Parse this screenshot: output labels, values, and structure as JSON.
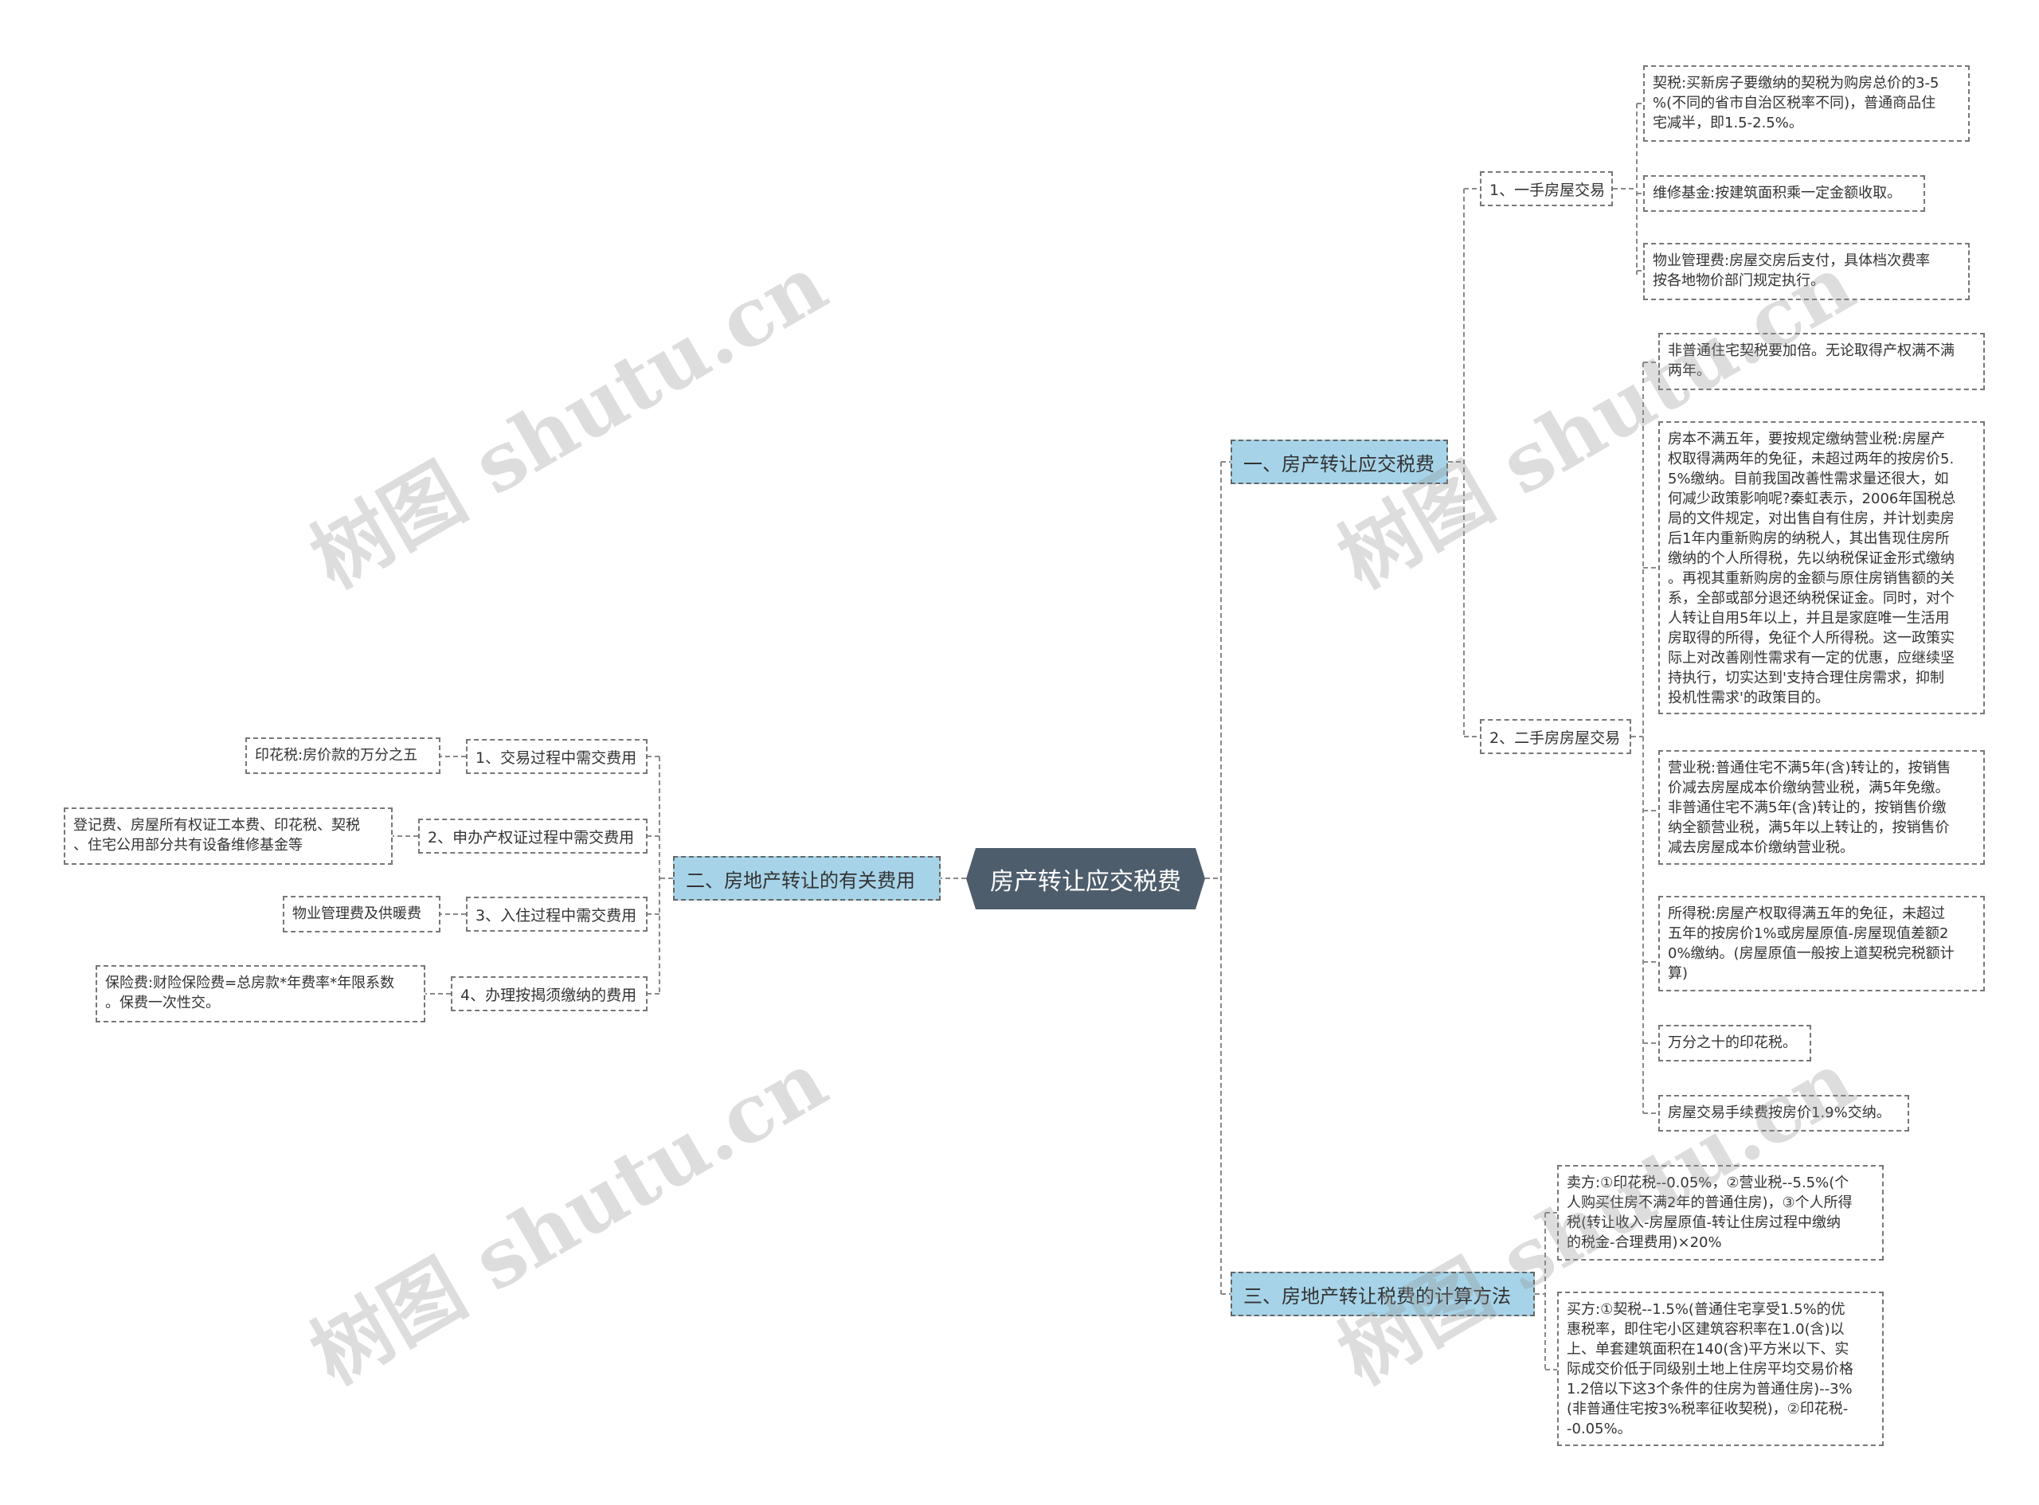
{
  "root": {
    "label": "房产转让应交税费"
  },
  "branches": {
    "b1": {
      "label": "一、房产转让应交税费",
      "subs": {
        "s1": {
          "label": "1、一手房屋交易",
          "leaves": [
            "契税:买新房子要缴纳的契税为购房总价的3-5\n%(不同的省市自治区税率不同)，普通商品住\n宅减半，即1.5-2.5%。",
            "维修基金:按建筑面积乘一定金额收取。",
            "物业管理费:房屋交房后支付，具体档次费率\n按各地物价部门规定执行。"
          ]
        },
        "s2": {
          "label": "2、二手房房屋交易",
          "leaves": [
            "非普通住宅契税要加倍。无论取得产权满不满\n两年。",
            "房本不满五年，要按规定缴纳营业税:房屋产\n权取得满两年的免征，未超过两年的按房价5.\n5%缴纳。目前我国改善性需求量还很大，如\n何减少政策影响呢?秦虹表示，2006年国税总\n局的文件规定，对出售自有住房，并计划卖房\n后1年内重新购房的纳税人，其出售现住房所\n缴纳的个人所得税，先以纳税保证金形式缴纳\n。再视其重新购房的金额与原住房销售额的关\n系，全部或部分退还纳税保证金。同时，对个\n人转让自用5年以上，并且是家庭唯一生活用\n房取得的所得，免征个人所得税。这一政策实\n际上对改善刚性需求有一定的优惠，应继续坚\n持执行，切实达到'支持合理住房需求，抑制\n投机性需求'的政策目的。",
            "营业税:普通住宅不满5年(含)转让的，按销售\n价减去房屋成本价缴纳营业税，满5年免缴。\n非普通住宅不满5年(含)转让的，按销售价缴\n纳全额营业税，满5年以上转让的，按销售价\n减去房屋成本价缴纳营业税。",
            "所得税:房屋产权取得满五年的免征，未超过\n五年的按房价1%或房屋原值-房屋现值差额2\n0%缴纳。(房屋原值一般按上道契税完税额计\n算)",
            "万分之十的印花税。",
            "房屋交易手续费按房价1.9%交纳。"
          ]
        }
      }
    },
    "b2": {
      "label": "二、房地产转让的有关费用",
      "subs": [
        {
          "label": "1、交易过程中需交费用",
          "leaf": "印花税:房价款的万分之五"
        },
        {
          "label": "2、申办产权证过程中需交费用",
          "leaf": "登记费、房屋所有权证工本费、印花税、契税\n、住宅公用部分共有设备维修基金等"
        },
        {
          "label": "3、入住过程中需交费用",
          "leaf": "物业管理费及供暖费"
        },
        {
          "label": "4、办理按揭须缴纳的费用",
          "leaf": "保险费:财险保险费=总房款*年费率*年限系数\n。保费一次性交。"
        }
      ]
    },
    "b3": {
      "label": "三、房地产转让税费的计算方法",
      "leaves": [
        "卖方:①印花税--0.05%，②营业税--5.5%(个\n人购买住房不满2年的普通住房)，③个人所得\n税(转让收入-房屋原值-转让住房过程中缴纳\n的税金-合理费用)×20%",
        "买方:①契税--1.5%(普通住宅享受1.5%的优\n惠税率，即住宅小区建筑容积率在1.0(含)以\n上、单套建筑面积在140(含)平方米以下、实\n际成交价低于同级别土地上住房平均交易价格\n1.2倍以下这3个条件的住房为普通住房)--3%\n(非普通住宅按3%税率征收契税)，②印花税-\n-0.05%。"
      ]
    }
  },
  "watermark": "树图 shutu.cn",
  "colors": {
    "root_bg": "#4e5d6c",
    "branch_bg": "#a6d3e8",
    "line": "#888888"
  }
}
